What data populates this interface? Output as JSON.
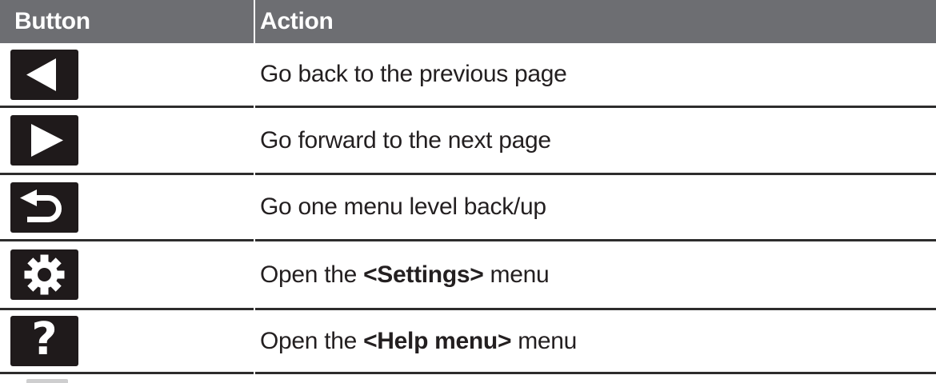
{
  "header": {
    "button_label": "Button",
    "action_label": "Action"
  },
  "rows": [
    {
      "icon": "back-icon",
      "action": {
        "prefix": "Go back to the previous page",
        "bold": "",
        "suffix": ""
      }
    },
    {
      "icon": "forward-icon",
      "action": {
        "prefix": "Go forward to the next page",
        "bold": "",
        "suffix": ""
      }
    },
    {
      "icon": "menu-back-icon",
      "action": {
        "prefix": "Go one menu level back/up",
        "bold": "",
        "suffix": ""
      }
    },
    {
      "icon": "settings-icon",
      "action": {
        "prefix": "Open the ",
        "bold": "<Settings>",
        "suffix": " menu"
      }
    },
    {
      "icon": "help-icon",
      "action": {
        "prefix": "Open the ",
        "bold": "<Help menu>",
        "suffix": " menu"
      }
    }
  ],
  "icons": {
    "help_glyph": "?"
  },
  "colors": {
    "header_bg": "#6d6e72",
    "header_text": "#ffffff",
    "icon_bg": "#1f1a1b",
    "icon_glyph": "#ffffff",
    "divider": "#2d2c2c",
    "body_text": "#231f20",
    "page_bg": "#ffffff"
  }
}
